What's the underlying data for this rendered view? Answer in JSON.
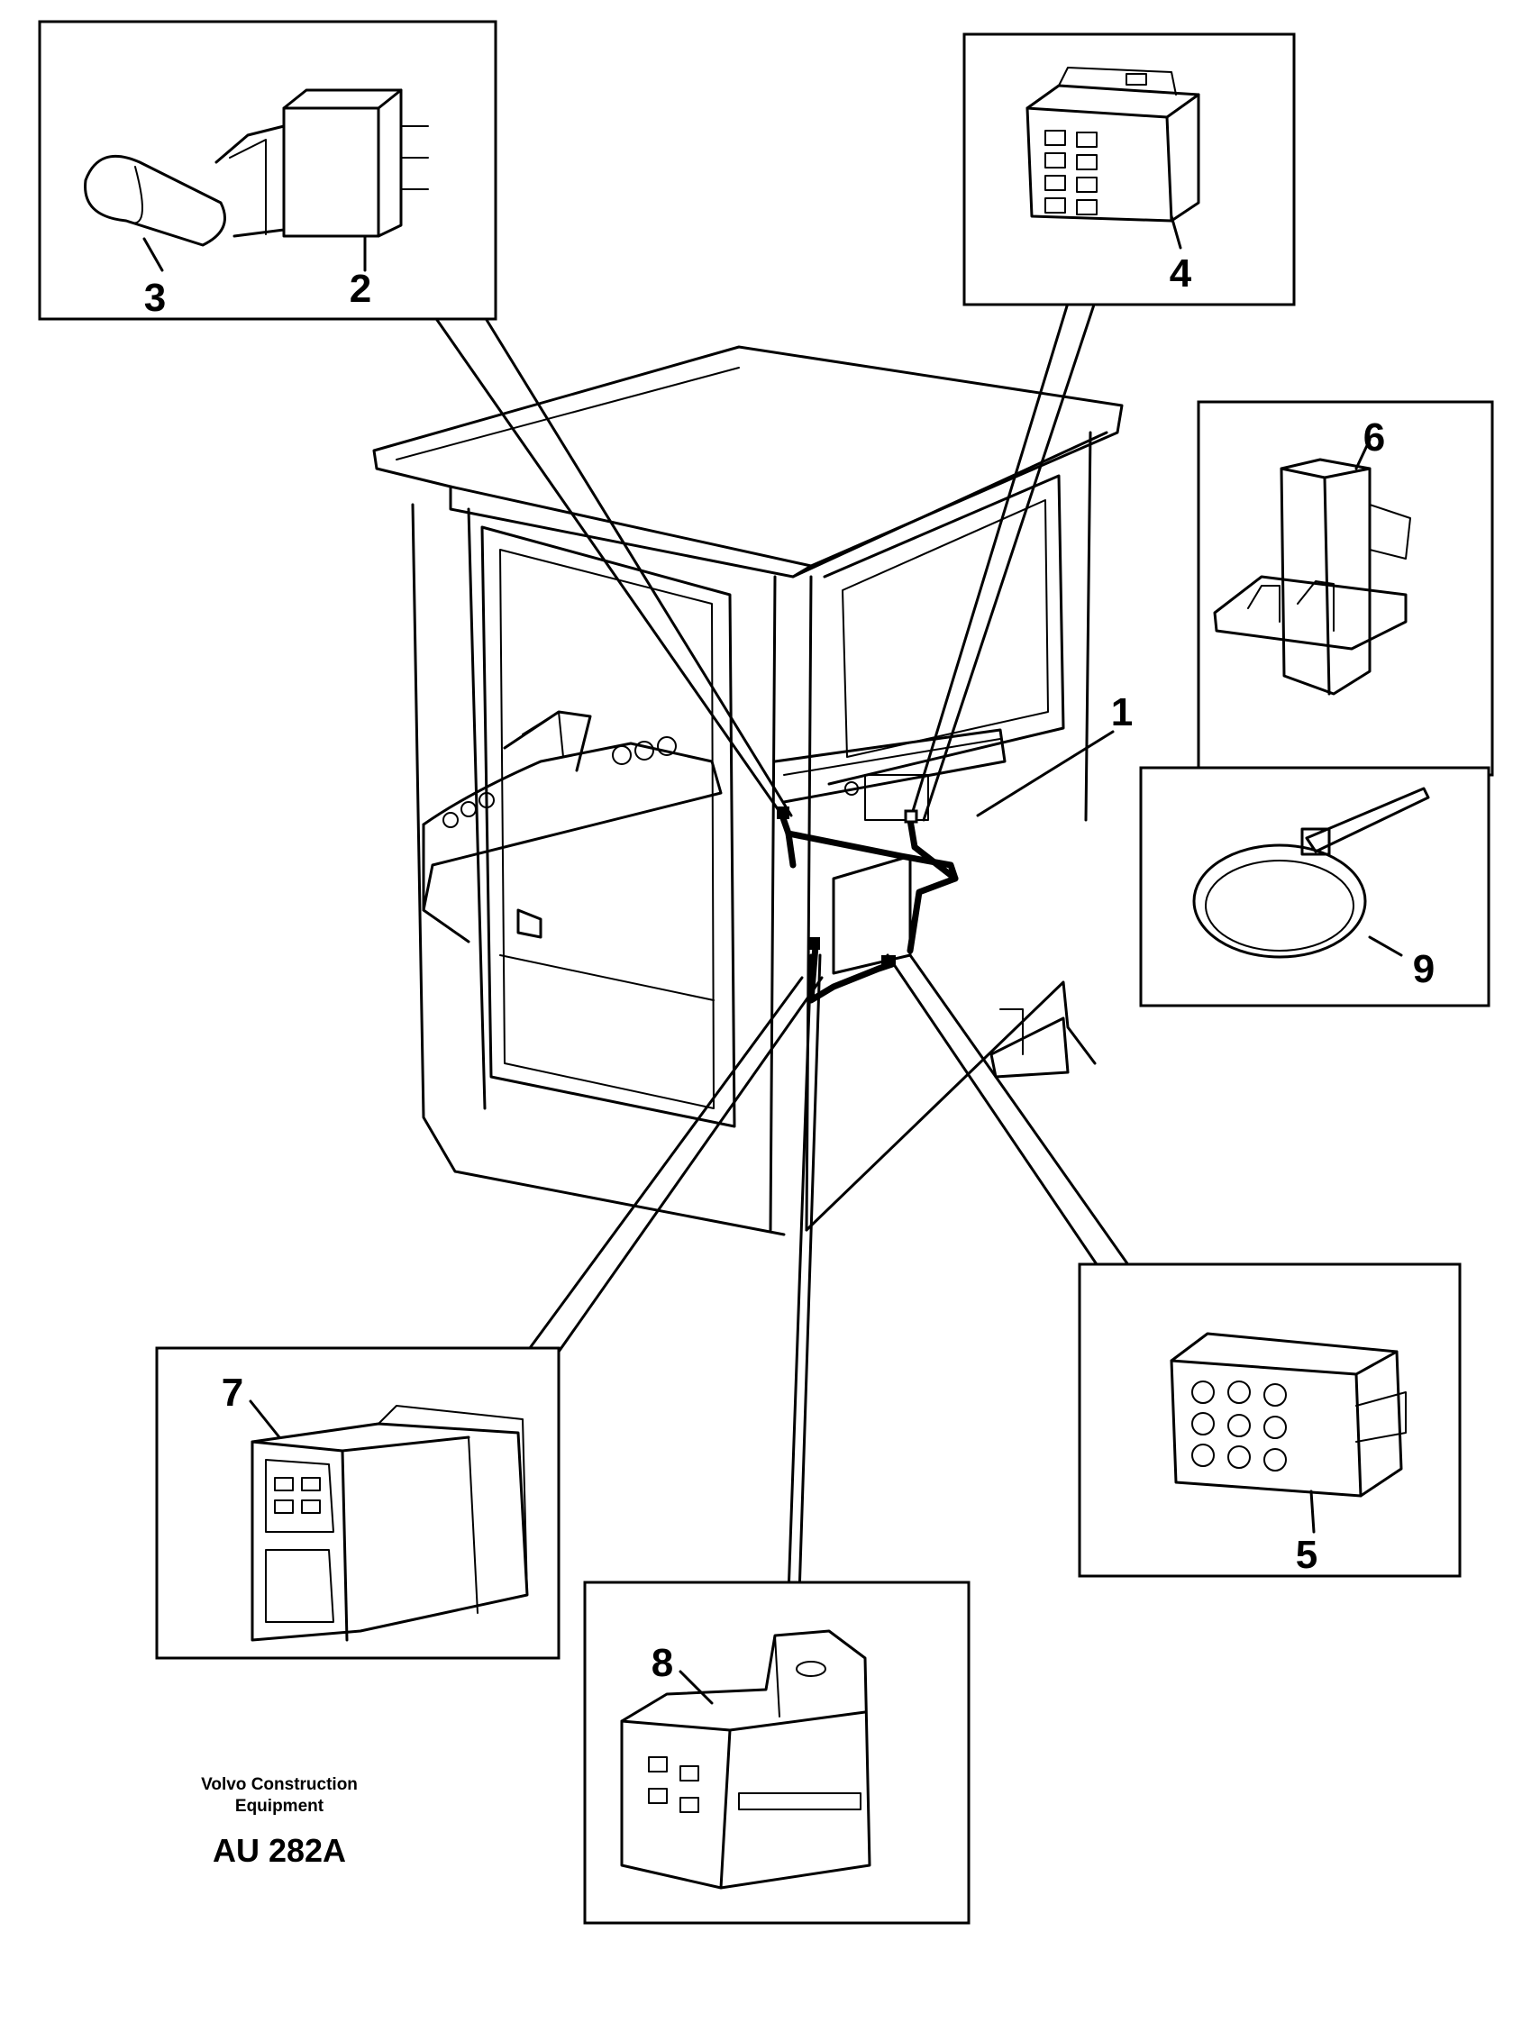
{
  "callouts": {
    "c1": "1",
    "c2": "2",
    "c3": "3",
    "c4": "4",
    "c5": "5",
    "c6": "6",
    "c7": "7",
    "c8": "8",
    "c9": "9"
  },
  "caption": {
    "line1": "Volvo Construction",
    "line2": "Equipment",
    "code": "AU 282A"
  }
}
